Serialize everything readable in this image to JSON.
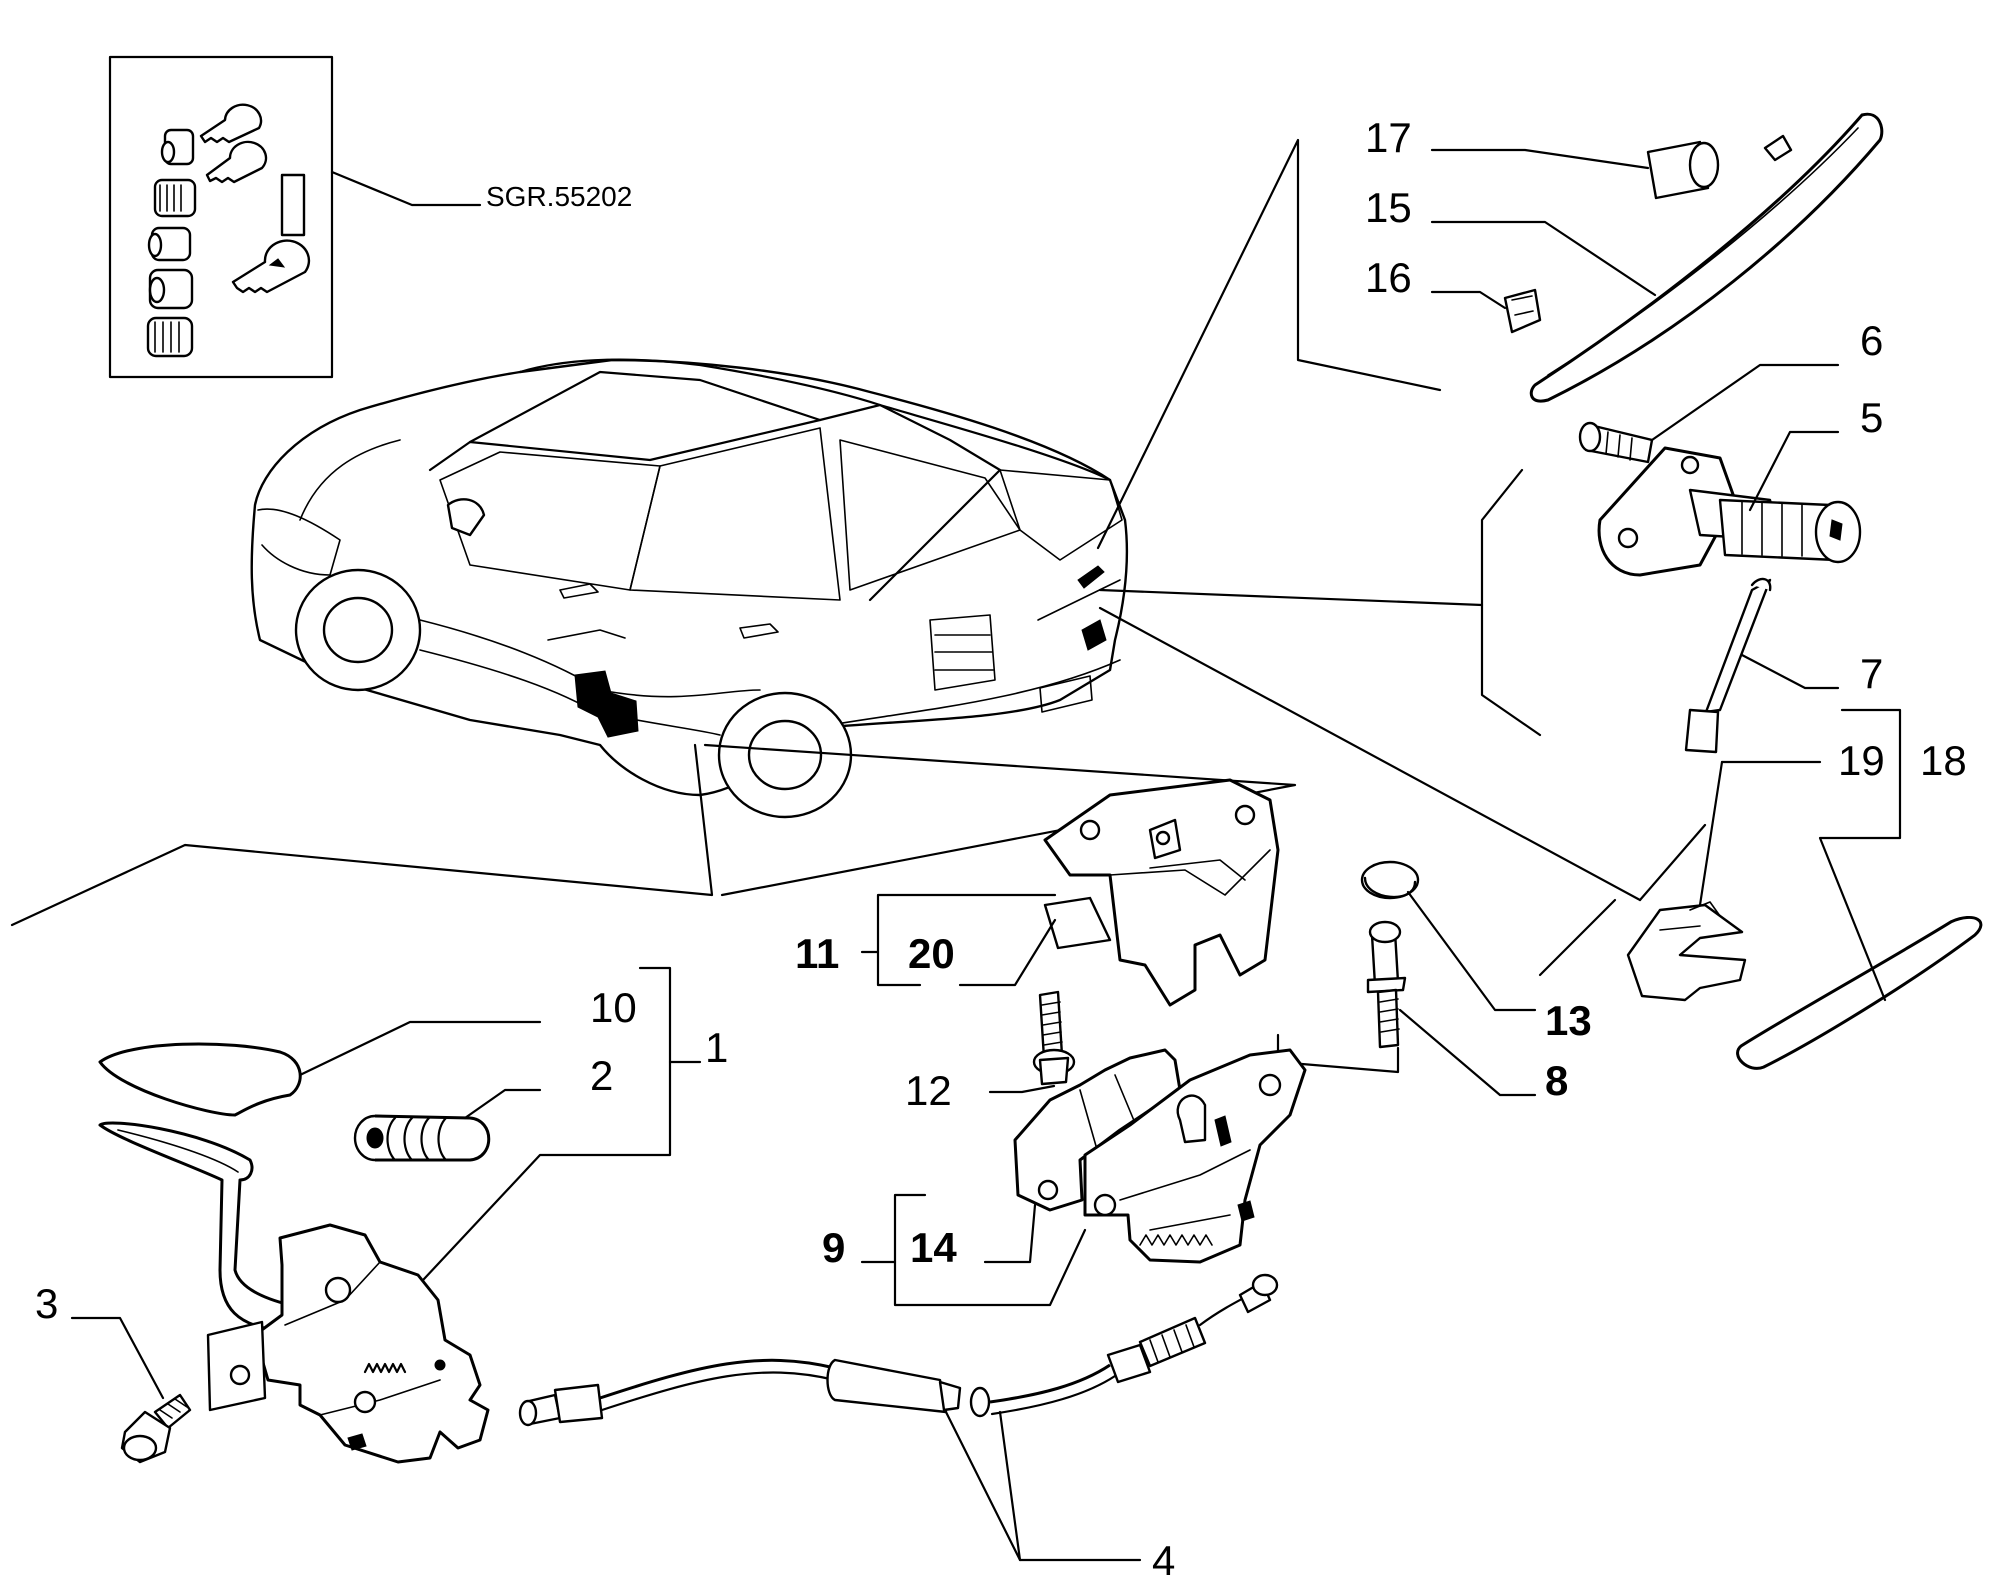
{
  "diagram": {
    "reference_code": "SGR.55202",
    "callouts": {
      "c1": "1",
      "c2": "2",
      "c3": "3",
      "c4": "4",
      "c5": "5",
      "c6": "6",
      "c7": "7",
      "c8": "8",
      "c9": "9",
      "c10": "10",
      "c11": "11",
      "c12": "12",
      "c13": "13",
      "c14": "14",
      "c15": "15",
      "c16": "16",
      "c17": "17",
      "c18": "18",
      "c19": "19",
      "c20": "20"
    }
  }
}
